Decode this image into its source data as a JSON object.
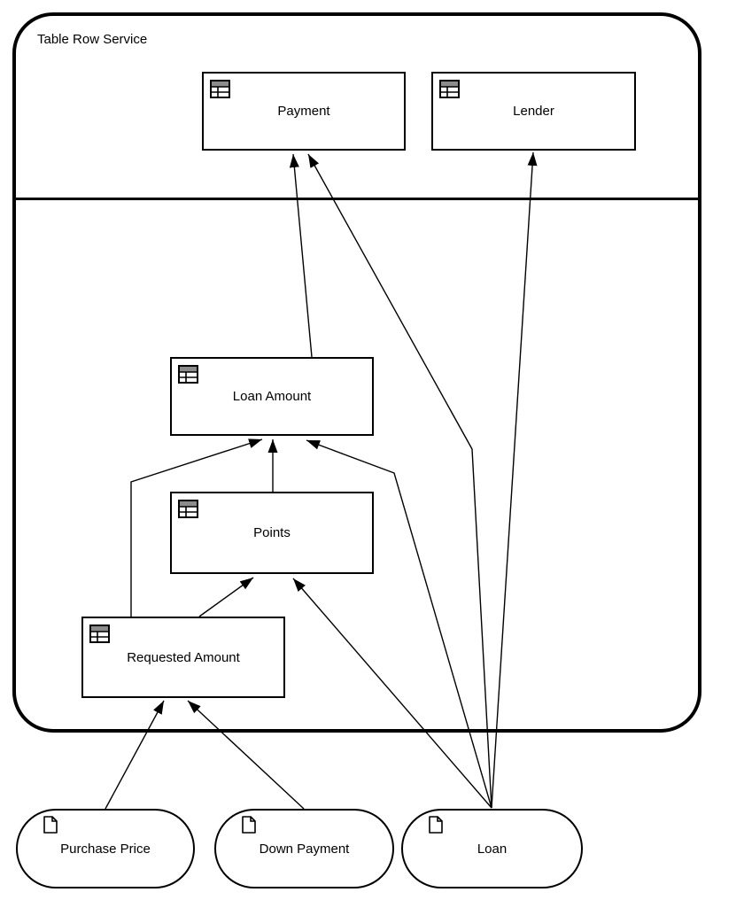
{
  "diagram": {
    "container": {
      "label": "Table Row Service"
    },
    "nodes": [
      {
        "id": "payment",
        "label": "Payment",
        "icon": "table-icon"
      },
      {
        "id": "lender",
        "label": "Lender",
        "icon": "table-icon"
      },
      {
        "id": "loan-amount",
        "label": "Loan Amount",
        "icon": "table-icon"
      },
      {
        "id": "points",
        "label": "Points",
        "icon": "table-icon"
      },
      {
        "id": "requested-amount",
        "label": "Requested Amount",
        "icon": "table-icon"
      },
      {
        "id": "purchase-price",
        "label": "Purchase Price",
        "icon": "document-icon"
      },
      {
        "id": "down-payment",
        "label": "Down Payment",
        "icon": "document-icon"
      },
      {
        "id": "loan",
        "label": "Loan",
        "icon": "document-icon"
      }
    ],
    "edges": [
      {
        "from": "loan-amount",
        "to": "payment"
      },
      {
        "from": "loan",
        "to": "payment"
      },
      {
        "from": "loan",
        "to": "lender"
      },
      {
        "from": "points",
        "to": "loan-amount"
      },
      {
        "from": "requested-amount",
        "to": "loan-amount"
      },
      {
        "from": "loan",
        "to": "loan-amount"
      },
      {
        "from": "requested-amount",
        "to": "points"
      },
      {
        "from": "loan",
        "to": "points"
      },
      {
        "from": "purchase-price",
        "to": "requested-amount"
      },
      {
        "from": "down-payment",
        "to": "requested-amount"
      }
    ],
    "colors": {
      "stroke": "#000000",
      "background": "#ffffff",
      "icon_header_gray": "#8c8c8c"
    }
  }
}
